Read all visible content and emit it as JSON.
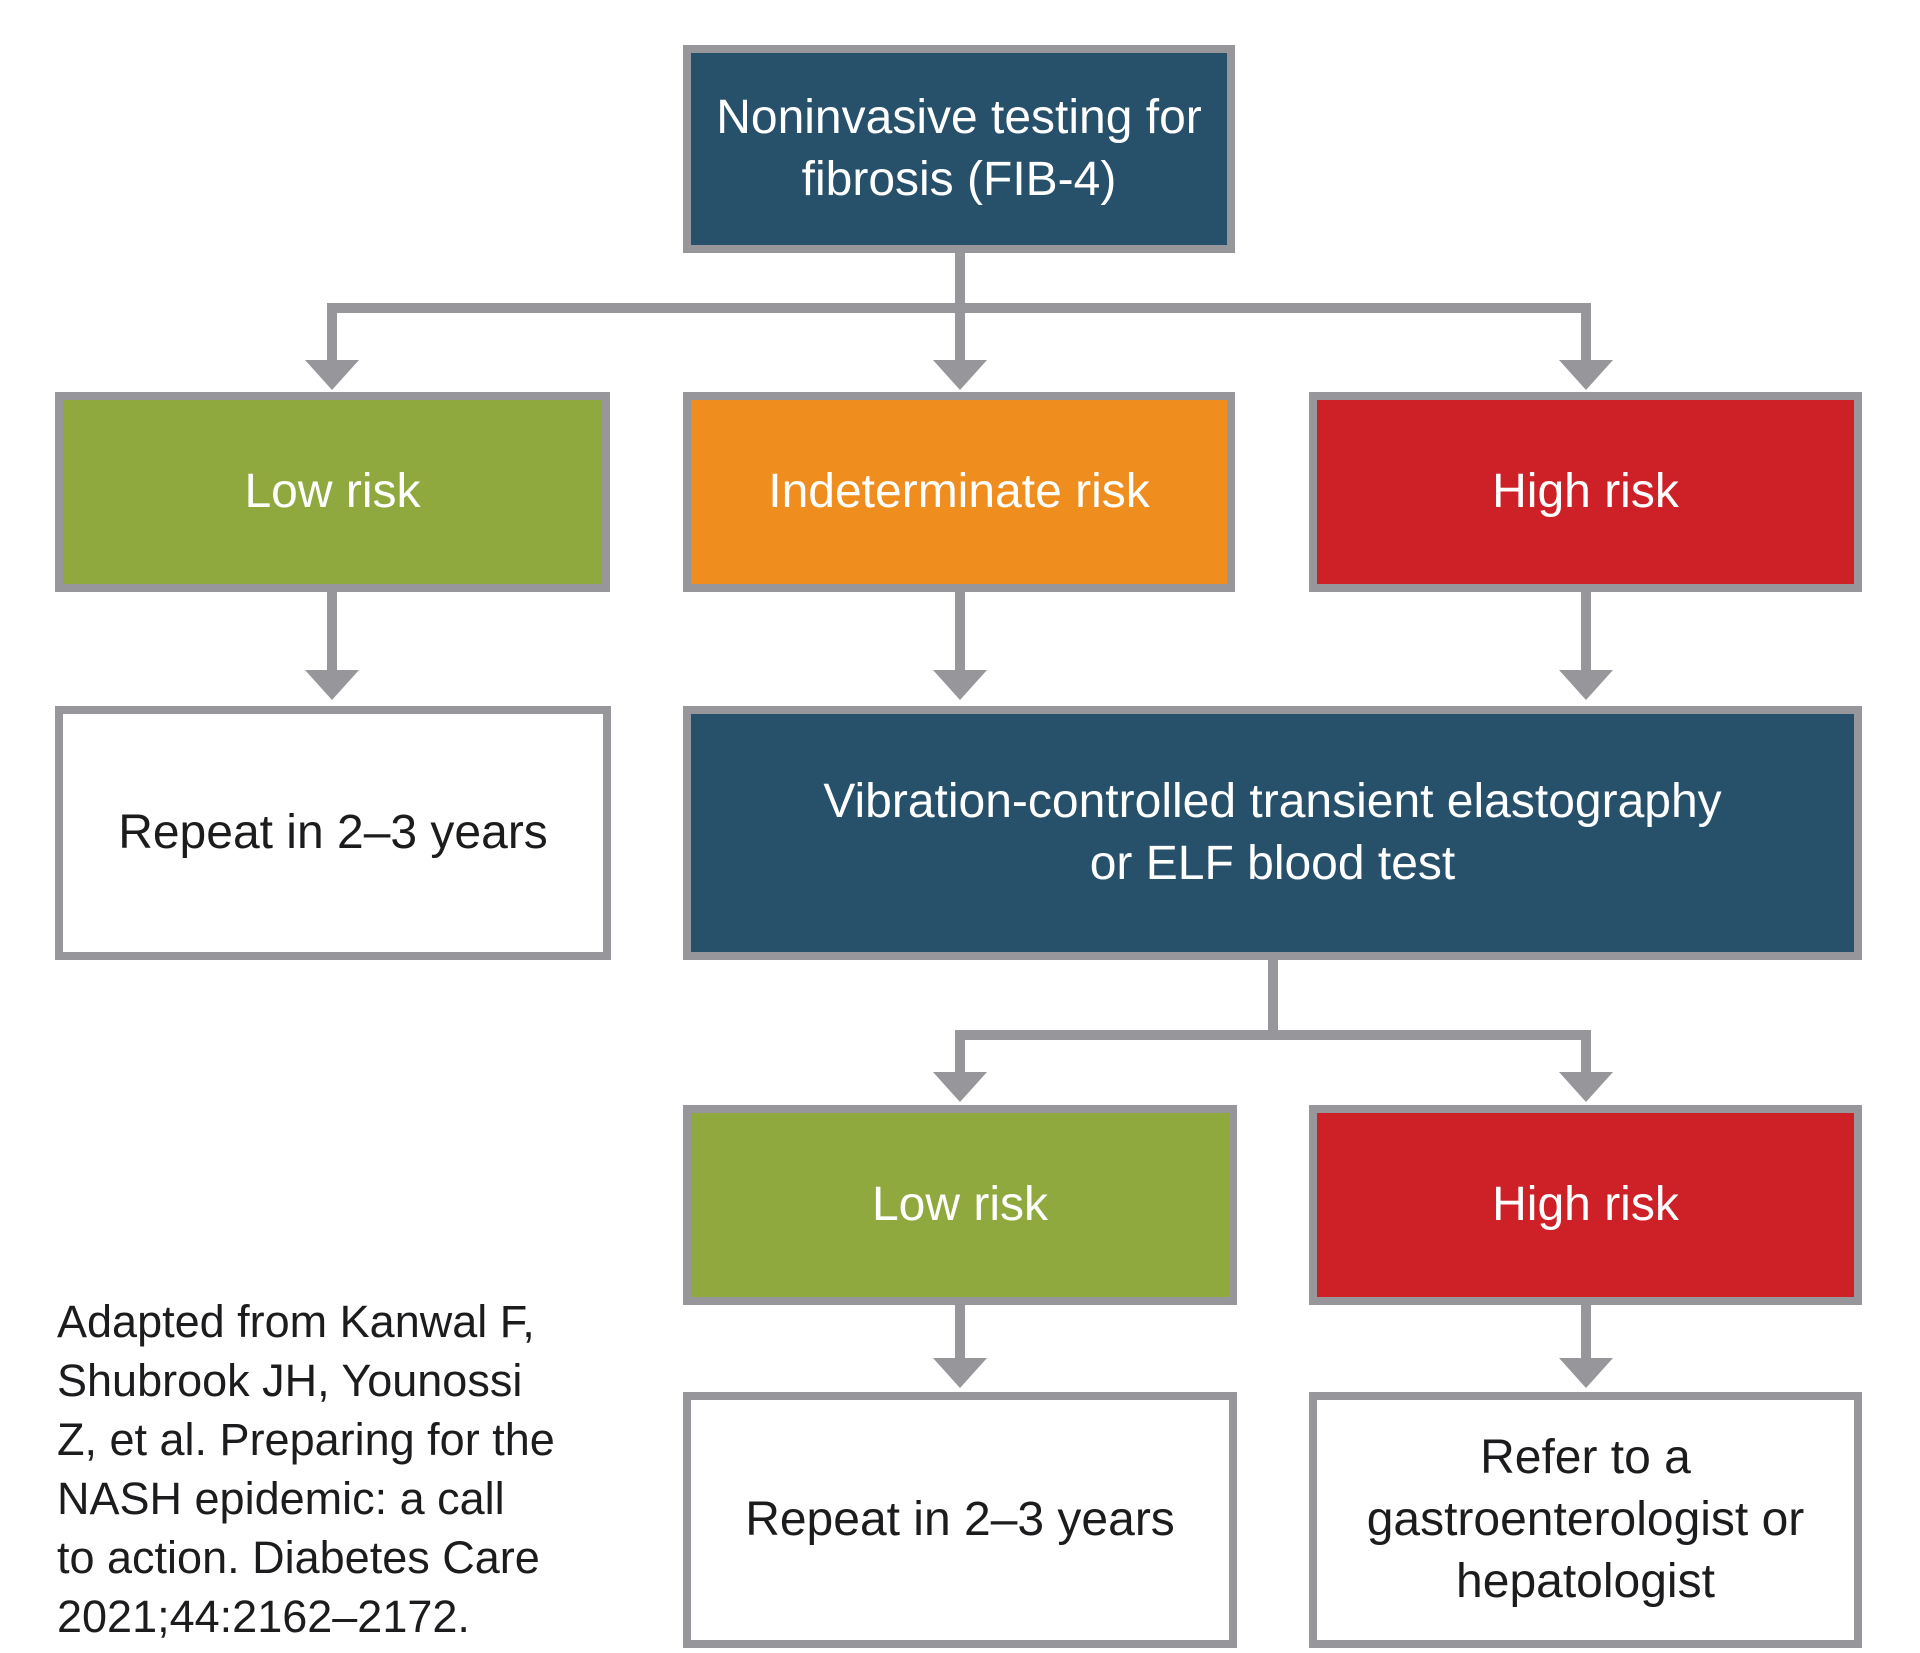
{
  "palette": {
    "dark_teal": "#27506B",
    "green": "#8FA93F",
    "orange": "#EF8E1F",
    "red": "#CE2127",
    "connector_gray": "#97979B",
    "border_gray": "#97979B",
    "text_black": "#1C1C1E",
    "text_white": "#FFFFFF",
    "background": "#FFFFFF"
  },
  "flowchart": {
    "root": {
      "lines": [
        "Noninvasive testing for",
        "fibrosis (FIB-4)"
      ]
    },
    "branch_low": {
      "label": "Low risk"
    },
    "branch_indeterminate": {
      "label": "Indeterminate risk"
    },
    "branch_high": {
      "label": "High risk"
    },
    "outcome_repeat_first": {
      "label": "Repeat in 2–3 years"
    },
    "second_test": {
      "lines": [
        "Vibration-controlled transient elastography",
        "or ELF blood test"
      ]
    },
    "second_low": {
      "label": "Low risk"
    },
    "second_high": {
      "label": "High risk"
    },
    "outcome_repeat_second": {
      "label": "Repeat in 2–3 years"
    },
    "outcome_refer": {
      "lines": [
        "Refer to a",
        "gastroenterologist or",
        "hepatologist"
      ]
    }
  },
  "footnote": {
    "lines": [
      "Adapted from Kanwal F,",
      "Shubrook JH, Younossi",
      "Z, et al. Preparing for the",
      "NASH epidemic: a call",
      "to action. Diabetes Care",
      "2021;44:2162–2172."
    ]
  }
}
